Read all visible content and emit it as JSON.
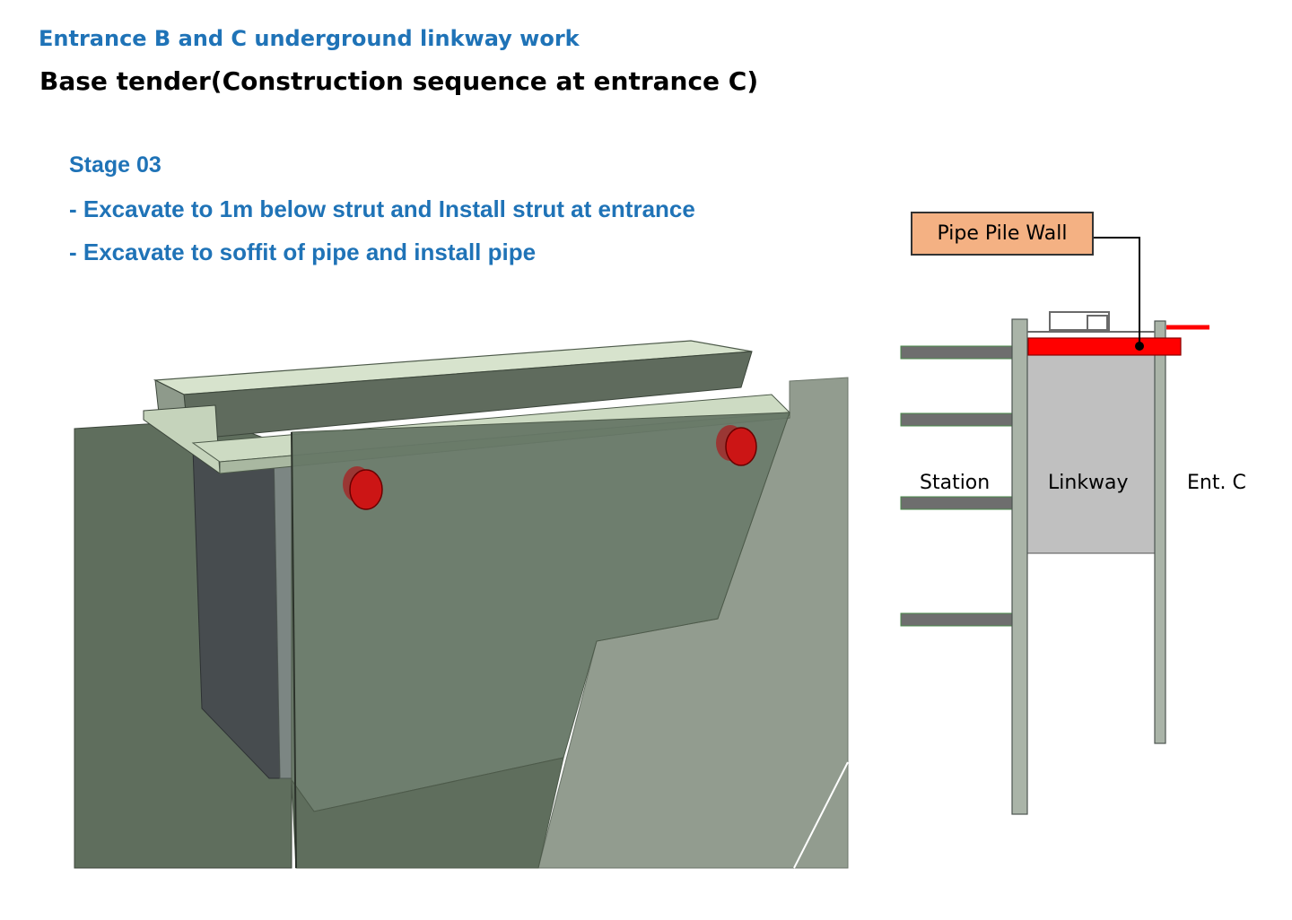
{
  "header": {
    "title": "Entrance B and C underground linkway work",
    "subtitle": "Base tender(Construction sequence at entrance C)"
  },
  "stage": {
    "label": "Stage 03",
    "steps": [
      "- Excavate to 1m below strut and Install strut at entrance",
      "- Excavate to soffit of pipe and install pipe"
    ]
  },
  "section": {
    "callout": "Pipe Pile Wall",
    "labels": {
      "station": "Station",
      "linkway": "Linkway",
      "entrance": "Ent. C"
    }
  },
  "colors": {
    "title_blue": "#1f73b7",
    "pipe_red": "#ff0000",
    "callout_fill": "#f4b183",
    "linkway_fill": "#c0c0c0",
    "wall_grey": "#aab4a8",
    "strut_grey": "#6e6e6e"
  }
}
